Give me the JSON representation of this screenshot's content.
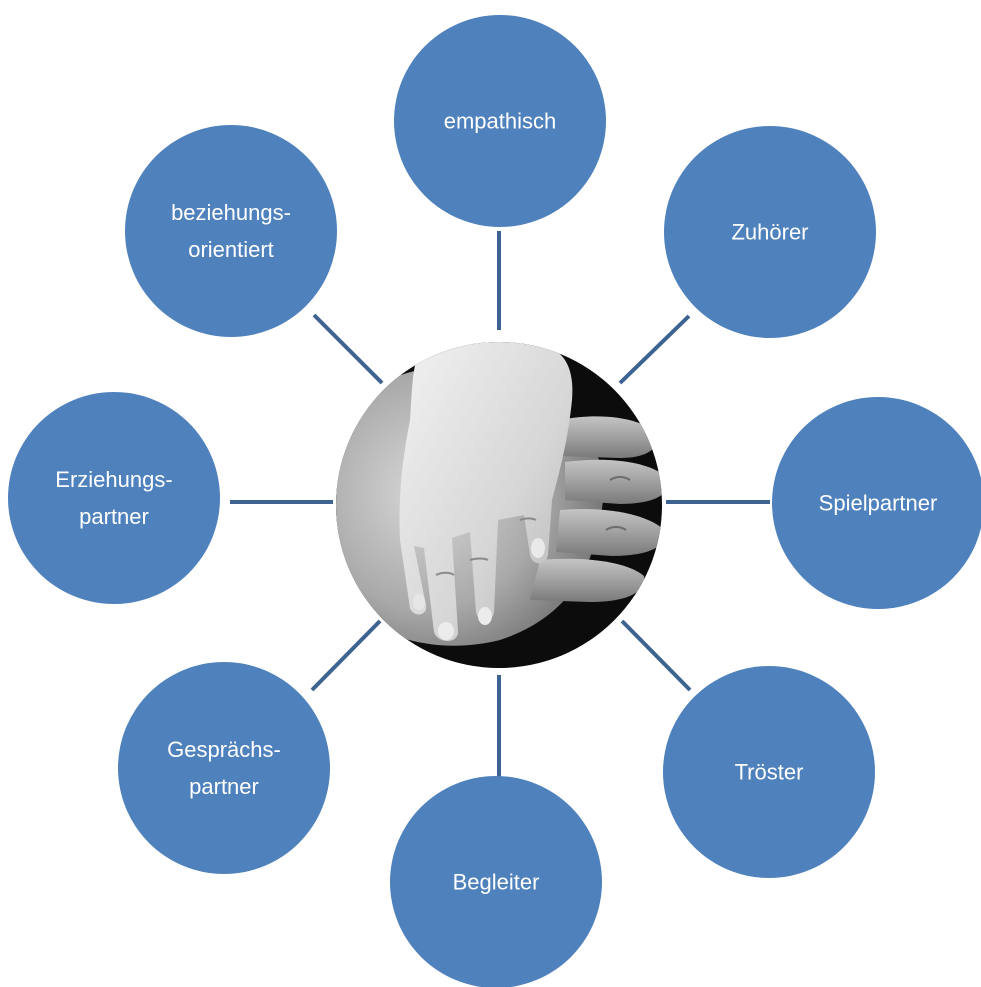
{
  "colors": {
    "node_fill": "#4f81bd",
    "connector": "#3d6390",
    "label_text": "#ffffff",
    "background": "#ffffff"
  },
  "center": {
    "image": "black-and-white photo of a child's hand resting on an adult's hand",
    "icon": "hands-photo"
  },
  "nodes": [
    {
      "id": "empathisch",
      "lines": [
        "empathisch"
      ]
    },
    {
      "id": "zuhoerer",
      "lines": [
        "Zuhörer"
      ]
    },
    {
      "id": "spielpartner",
      "lines": [
        "Spielpartner"
      ]
    },
    {
      "id": "troester",
      "lines": [
        "Tröster"
      ]
    },
    {
      "id": "begleiter",
      "lines": [
        "Begleiter"
      ]
    },
    {
      "id": "gespraechspartner",
      "lines": [
        "Gesprächs-",
        "partner"
      ]
    },
    {
      "id": "erziehungspartner",
      "lines": [
        "Erziehungs-",
        "partner"
      ]
    },
    {
      "id": "beziehungsorientiert",
      "lines": [
        "beziehungs-",
        "orientiert"
      ]
    }
  ]
}
